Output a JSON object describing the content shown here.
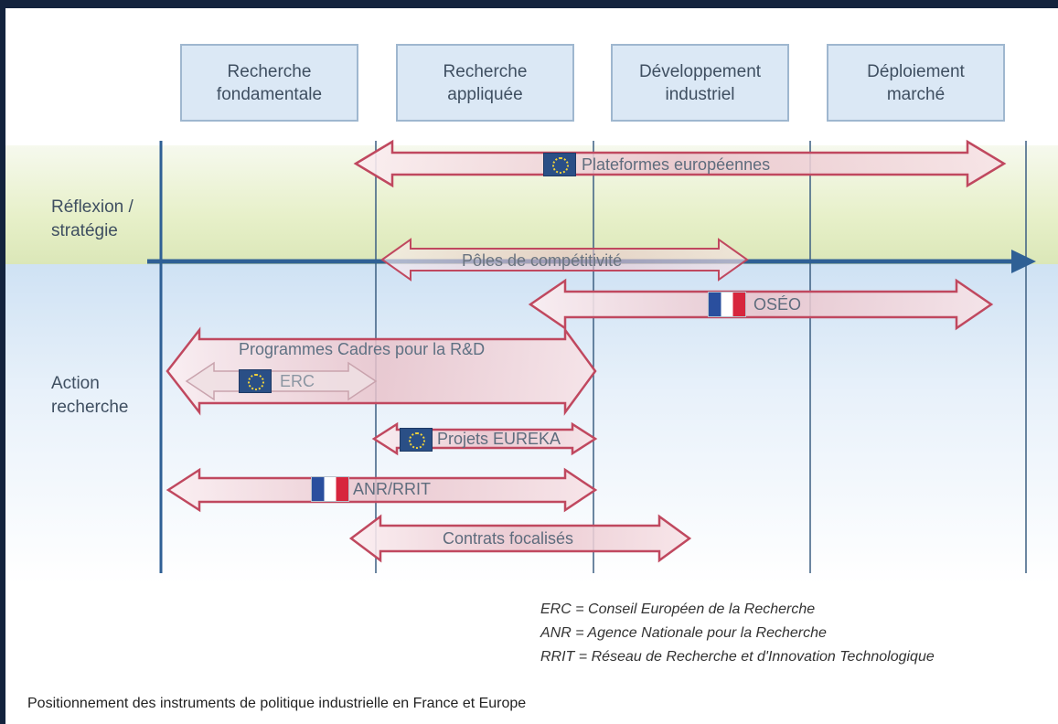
{
  "phases": [
    {
      "line1": "Recherche",
      "line2": "fondamentale"
    },
    {
      "line1": "Recherche",
      "line2": "appliquée"
    },
    {
      "line1": "Développement",
      "line2": "industriel"
    },
    {
      "line1": "Déploiement",
      "line2": "marché"
    }
  ],
  "rows": {
    "reflexion": {
      "line1": "Réflexion /",
      "line2": "stratégie"
    },
    "action": {
      "line1": "Action",
      "line2": "recherche"
    }
  },
  "instruments": {
    "plateformes": "Plateformes européennes",
    "poles": "Pôles de compétitivité",
    "oseo": "OSÉO",
    "programmes": "Programmes Cadres pour la R&D",
    "erc": "ERC",
    "eureka": "Projets EUREKA",
    "anr": "ANR/RRIT",
    "contrats": "Contrats focalisés"
  },
  "legend": {
    "erc": "ERC = Conseil Européen de la Recherche",
    "anr": "ANR = Agence Nationale pour la Recherche",
    "rrit": "RRIT = Réseau de Recherche et d'Innovation Technologique"
  },
  "caption": "Positionnement des instruments de politique industrielle en France et Europe",
  "colors": {
    "arrow_stroke": "#c0485f",
    "arrow_fill": "#f1d7dd",
    "axis": "#2f6095",
    "eu_flag": "#2a4f86"
  }
}
